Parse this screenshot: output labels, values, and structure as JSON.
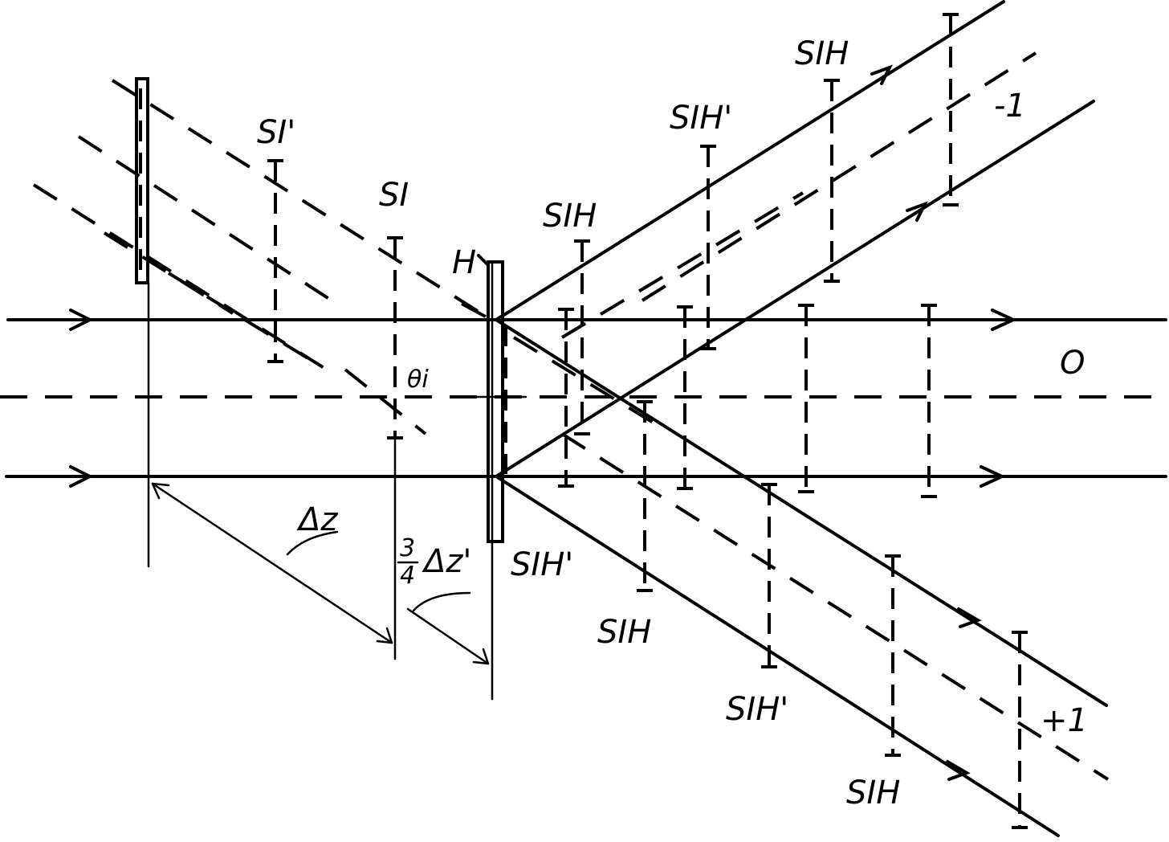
{
  "diagram": {
    "labels": {
      "si_prime": "SI'",
      "si": "SI",
      "sih_top_small": "SIH",
      "sih_prime_top": "SIH'",
      "sih_top_right": "SIH",
      "h": "H",
      "order_minus_1": "-1",
      "order_0": "O",
      "order_plus_1": "+1",
      "theta": "θi",
      "delta_z": "Δz",
      "frac_num": "3",
      "frac_den": "4",
      "delta_z_prime": "Δz'",
      "sih_prime_mid": "SIH'",
      "sih_mid": "SIH",
      "sih_prime_bottom": "SIH'",
      "sih_bottom": "SIH"
    }
  }
}
